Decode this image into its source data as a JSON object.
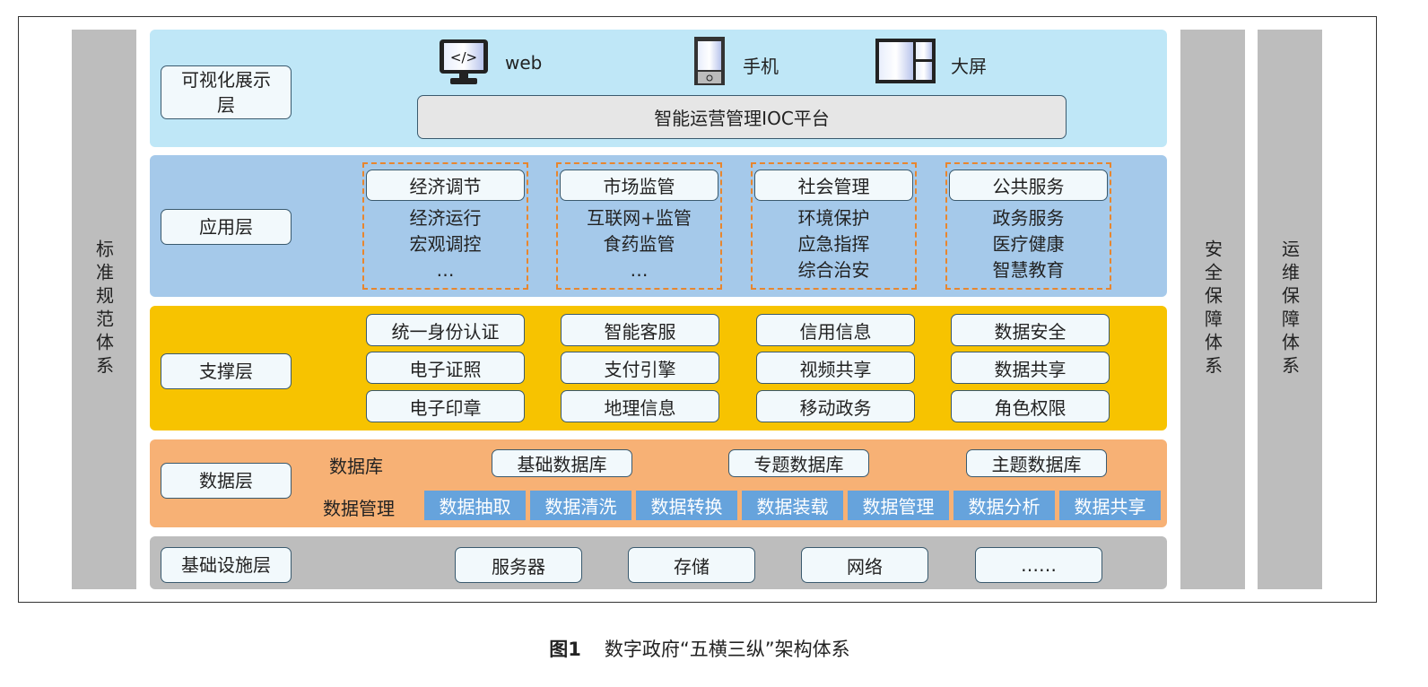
{
  "side_columns": {
    "left": "标准规范体系",
    "right1": "安全保障体系",
    "right2": "运维保障体系"
  },
  "visual_layer": {
    "label": "可视化展示层",
    "terminals": [
      {
        "icon": "monitor-code-icon",
        "label": "web"
      },
      {
        "icon": "phone-icon",
        "label": "手机"
      },
      {
        "icon": "big-screen-icon",
        "label": "大屏"
      }
    ],
    "platform": "智能运营管理IOC平台"
  },
  "app_layer": {
    "label": "应用层",
    "groups": [
      {
        "title": "经济调节",
        "items": [
          "经济运行",
          "宏观调控",
          "…"
        ]
      },
      {
        "title": "市场监管",
        "items": [
          "互联网+监管",
          "食药监管",
          "…"
        ]
      },
      {
        "title": "社会管理",
        "items": [
          "环境保护",
          "应急指挥",
          "综合治安"
        ]
      },
      {
        "title": "公共服务",
        "items": [
          "政务服务",
          "医疗健康",
          "智慧教育"
        ]
      }
    ]
  },
  "support_layer": {
    "label": "支撑层",
    "columns": [
      [
        "统一身份认证",
        "电子证照",
        "电子印章"
      ],
      [
        "智能客服",
        "支付引擎",
        "地理信息"
      ],
      [
        "信用信息",
        "视频共享",
        "移动政务"
      ],
      [
        "数据安全",
        "数据共享",
        "角色权限"
      ]
    ]
  },
  "data_layer": {
    "label": "数据层",
    "db_label": "数据库",
    "databases": [
      "基础数据库",
      "专题数据库",
      "主题数据库"
    ],
    "mgmt_label": "数据管理",
    "mgmt": [
      "数据抽取",
      "数据清洗",
      "数据转换",
      "数据装载",
      "数据管理",
      "数据分析",
      "数据共享"
    ]
  },
  "infra_layer": {
    "label": "基础设施层",
    "items": [
      "服务器",
      "存储",
      "网络",
      "……"
    ]
  },
  "caption": {
    "number": "图1",
    "title": "数字政府“五横三纵”架构体系"
  },
  "colors": {
    "visual": "#bfe7f7",
    "app": "#a5c9ea",
    "support": "#f7c300",
    "data": "#f7b175",
    "infra": "#bdbdbd",
    "mgmt": "#66a3dc"
  }
}
